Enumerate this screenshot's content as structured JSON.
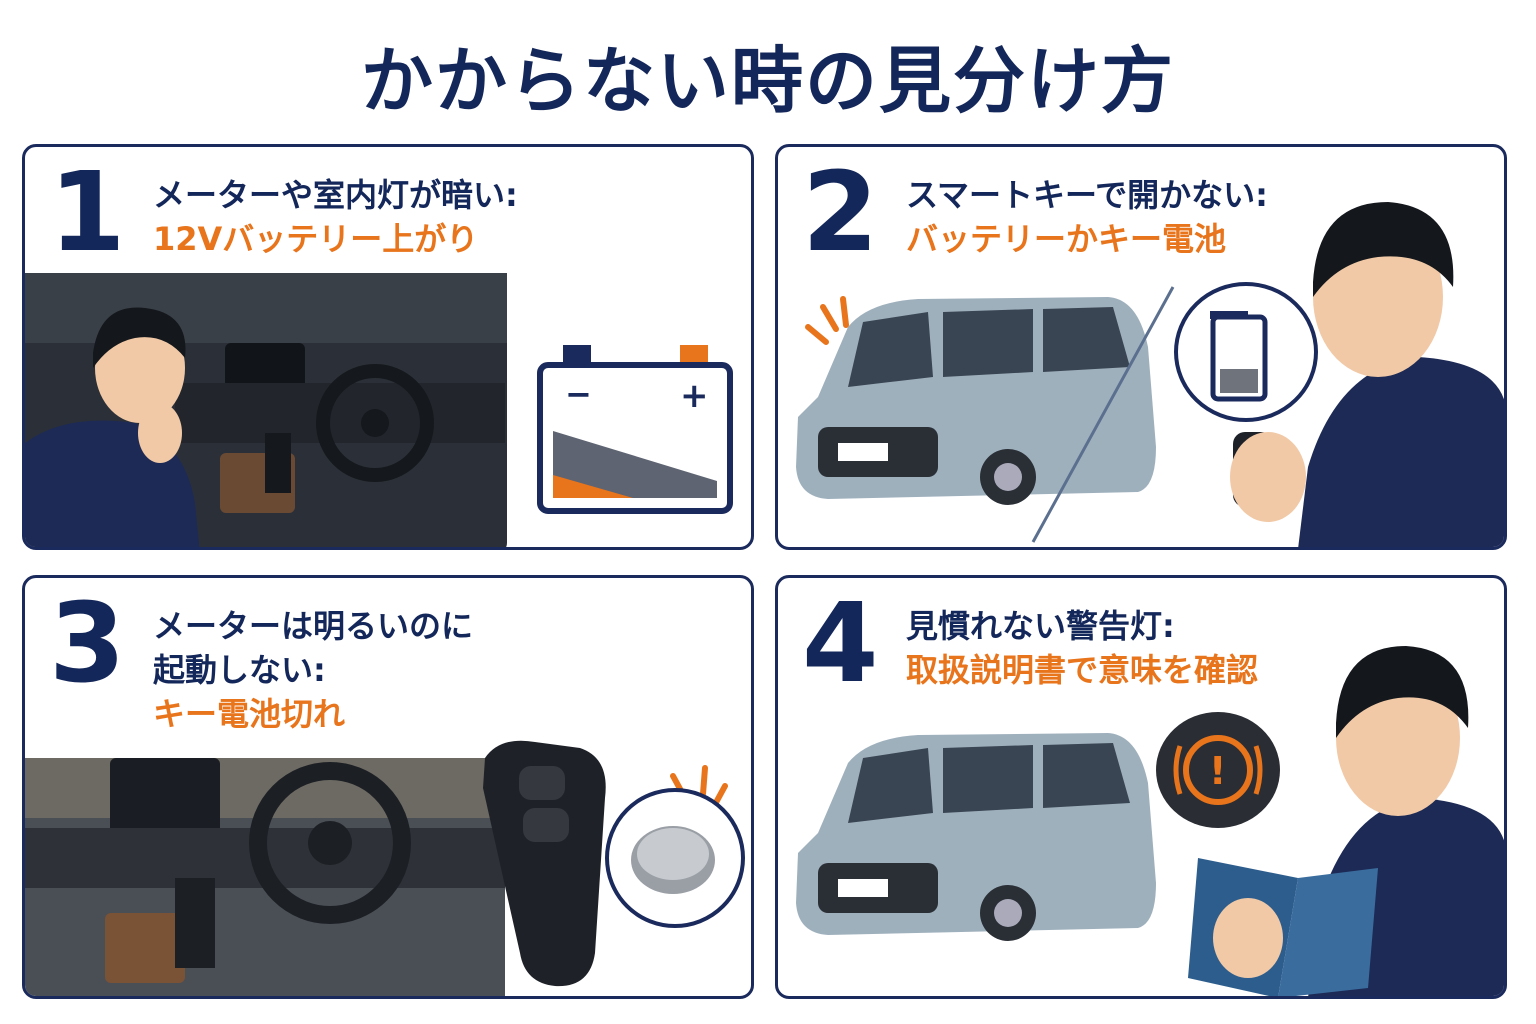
{
  "title": "かからない時の見分け方",
  "panels": [
    {
      "number": "1",
      "lines": [
        "メーターや室内灯が暗い:"
      ],
      "highlight": "12Vバッテリー上がり",
      "battery": {
        "minus": "−",
        "plus": "+",
        "charge_fraction": 0.2
      }
    },
    {
      "number": "2",
      "lines": [
        "スマートキーで開かない:"
      ],
      "highlight": "バッテリーかキー電池",
      "bubble_battery_charge_fraction": 0.3
    },
    {
      "number": "3",
      "lines": [
        "メーターは明るいのに",
        "起動しない:"
      ],
      "highlight": "キー電池切れ"
    },
    {
      "number": "4",
      "lines": [
        "見慣れない警告灯:"
      ],
      "highlight": "取扱説明書で意味を確認",
      "warning_symbol": "!"
    }
  ],
  "colors": {
    "navy": "#14275a",
    "orange": "#e8741b",
    "car": "#9fb0bd",
    "hoodie": "#1d2a55"
  }
}
